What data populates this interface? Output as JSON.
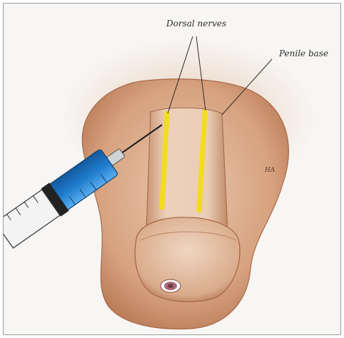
{
  "labels": {
    "dorsal_nerves": "Dorsal nerves",
    "penile_base": "Penile base",
    "signature": "HA"
  },
  "colors": {
    "skin": "#e2bb9f",
    "skin_shade": "#b97a57",
    "nerve": "#f2dc1e",
    "syringe_barrel": "#2a86d4",
    "syringe_plunger": "#222222",
    "paper": "#f7f6f4"
  },
  "icons": {
    "syringe": "syringe-icon"
  }
}
